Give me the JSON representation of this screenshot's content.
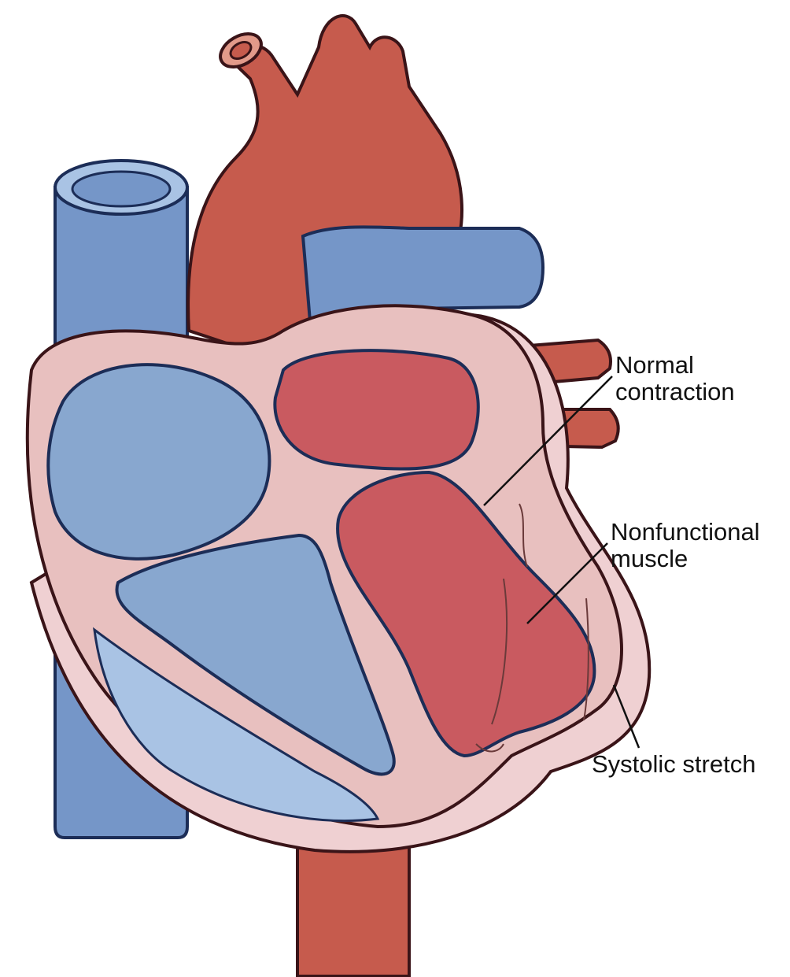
{
  "labels": {
    "normal_contraction": [
      "Normal",
      "contraction"
    ],
    "nonfunctional_muscle": [
      "Nonfunctional",
      "muscle"
    ],
    "systolic_stretch": [
      "Systolic stretch"
    ]
  },
  "colors": {
    "artery_red": "#c65b4d",
    "vein_blue": "#7596c8",
    "vein_lumen": "#a9c3e4",
    "outline_dark": "#3a1418",
    "vein_outline": "#1c2d57",
    "myocardium_pink": "#e8c0bf",
    "stretch_pink": "#efd0d2",
    "right_chamber_blue": "#88a7cf",
    "left_chamber_red": "#c95a60",
    "leader_line": "#111111"
  }
}
